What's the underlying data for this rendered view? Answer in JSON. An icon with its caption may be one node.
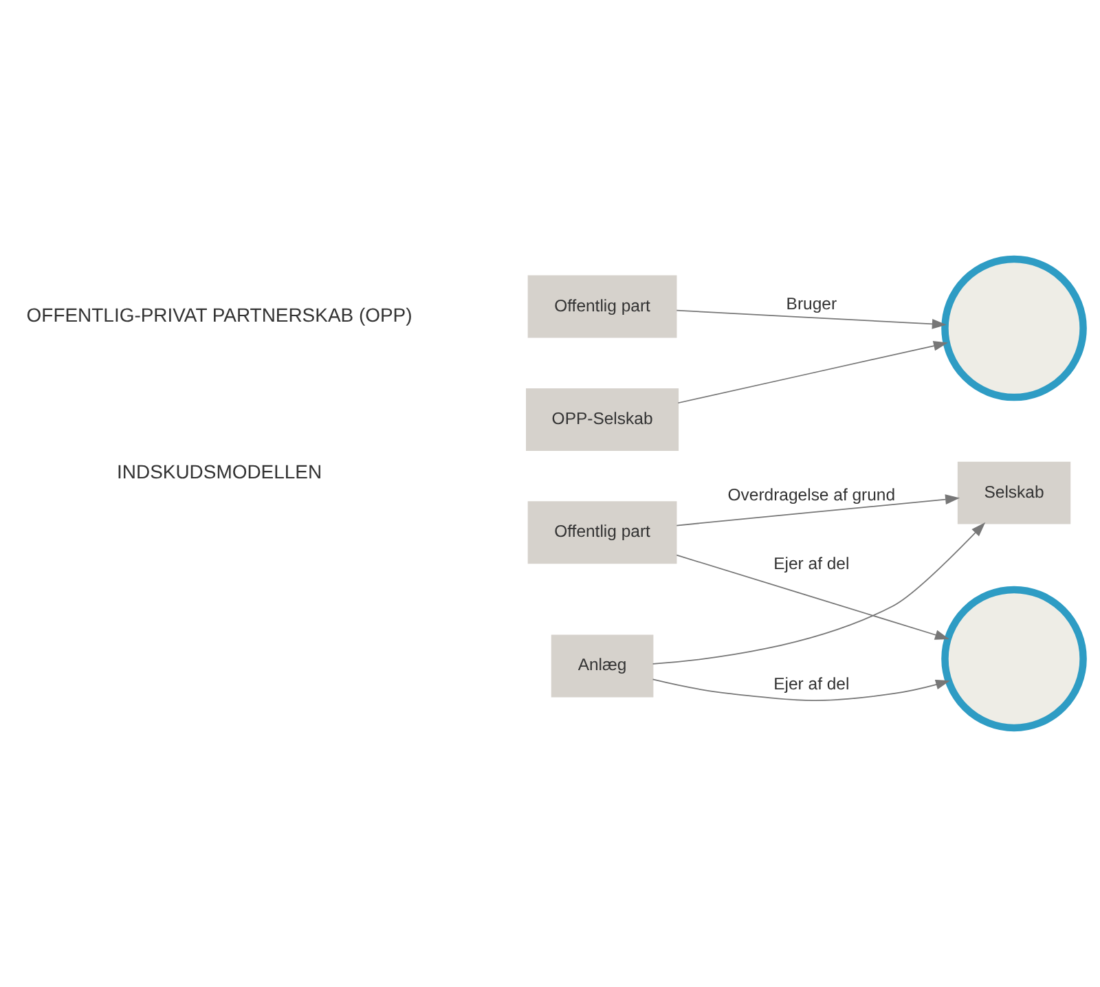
{
  "diagram": {
    "nodes": [
      {
        "text": [
          "Offentlig part"
        ]
      },
      {
        "text": [],
        "shape": "circle"
      },
      {
        "text": [
          "OPP-Selskab"
        ]
      },
      {
        "text": [
          "Offentlig part"
        ]
      },
      {
        "text": [],
        "shape": "circle"
      },
      {
        "text": [
          "Selskab"
        ]
      },
      {
        "text": [
          "Anlæg"
        ]
      }
    ],
    "edges": [
      {
        "from": 0,
        "to": 1,
        "arrow": "to",
        "label": "Bruger"
      },
      {
        "from": 2,
        "to": 1,
        "arrow": "to"
      },
      {
        "from": 3,
        "to": 5,
        "arrow": "to",
        "label": "Overdragelse af grund"
      },
      {
        "from": 3,
        "to": 4,
        "arrow": "to",
        "label": "Ejer af del"
      },
      {
        "from": 6,
        "to": 4,
        "arrow": "to",
        "label": "Ejer af del"
      },
      {
        "from": 6,
        "to": 5,
        "arrow": "to"
      }
    ],
    "labels": [
      "OFFENTLIG-PRIVAT PARTNERSKAB (OPP)",
      "INDSKUDSMODELLEN"
    ]
  }
}
